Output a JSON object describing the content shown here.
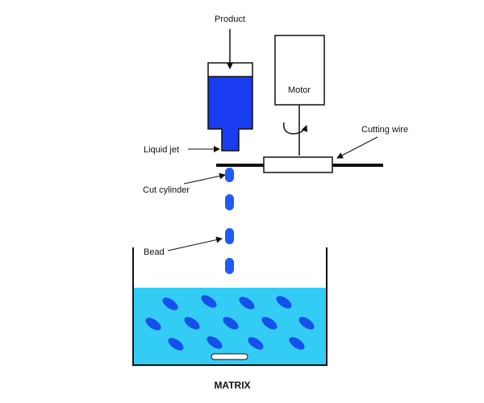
{
  "labels": {
    "product": "Product",
    "motor": "Motor",
    "cutting_wire": "Cutting wire",
    "liquid_jet": "Liquid jet",
    "cut_cylinder": "Cut cylinder",
    "bead": "Bead",
    "matrix": "MATRIX"
  },
  "colors": {
    "product_fill": "#1a3cf0",
    "bead_fill": "#1f5cf5",
    "matrix_fill": "#33ccf5",
    "matrix_bead": "#1550ec",
    "stroke": "#111111",
    "wire": "#111111"
  },
  "icons": {
    "motor_rotation": "curved-arrow-icon"
  }
}
